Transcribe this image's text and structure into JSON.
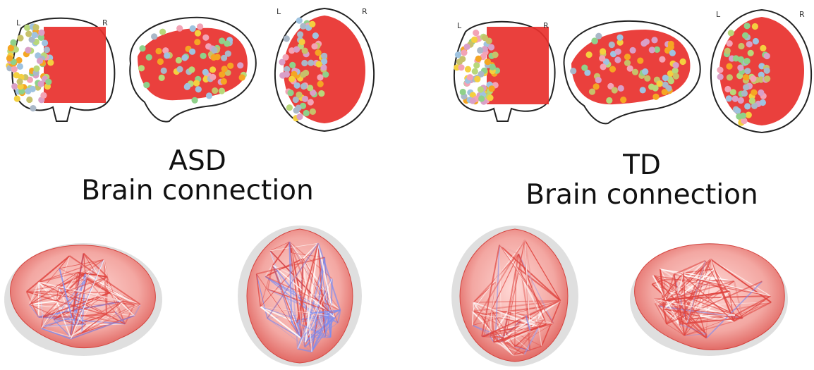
{
  "colors": {
    "background": "#ffffff",
    "edge_red": "#e8302c",
    "edge_blue": "#7d8cf0",
    "brain_gray": "#c9c9c9",
    "brain_outline": "#222222"
  },
  "panels": [
    {
      "id": "asd",
      "group_label": "ASD",
      "subtitle": "Brain connection",
      "orientation_left": "L",
      "orientation_right": "R",
      "axial_left": "L",
      "axial_right": "R"
    },
    {
      "id": "td",
      "group_label": "TD",
      "subtitle": "Brain connection",
      "orientation_left": "L",
      "orientation_right": "R",
      "axial_left": "L",
      "axial_right": "R"
    }
  ]
}
